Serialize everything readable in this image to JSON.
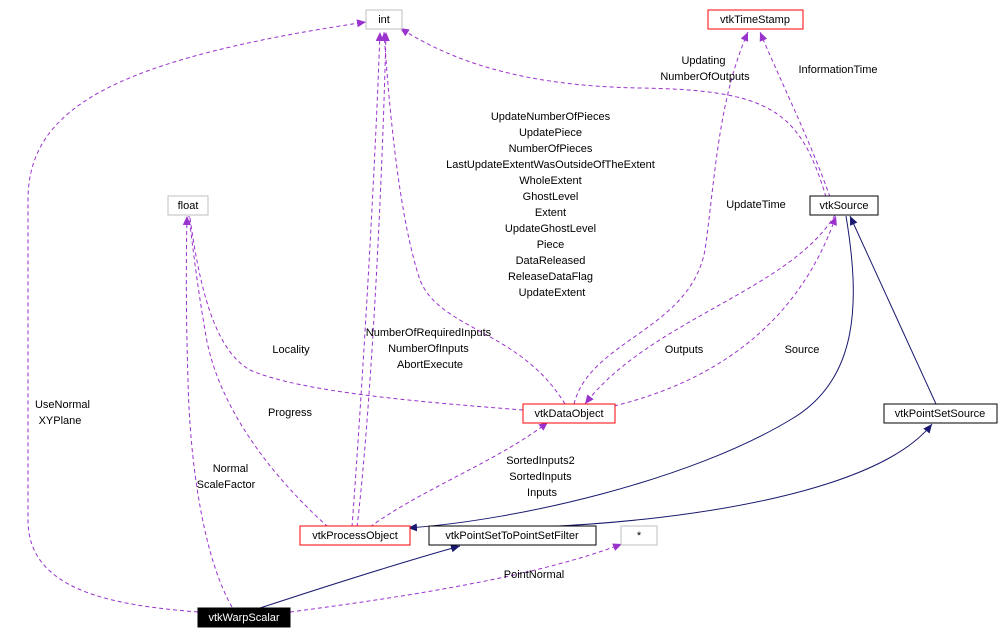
{
  "colors": {
    "usage_edge": "#9a32cd",
    "inherit_edge": "#191970",
    "class_border": "#000000",
    "documented_border": "#ff0000",
    "builtin_border": "#bfbfbf",
    "highlight_fill": "#000000",
    "highlight_text": "#ffffff"
  },
  "nodes": {
    "int": "int",
    "vtkTimeStamp": "vtkTimeStamp",
    "float": "float",
    "vtkSource": "vtkSource",
    "vtkDataObject": "vtkDataObject",
    "vtkPointSetSource": "vtkPointSetSource",
    "vtkProcessObject": "vtkProcessObject",
    "vtkPointSetToPointSetFilter": "vtkPointSetToPointSetFilter",
    "star": "*",
    "vtkWarpScalar": "vtkWarpScalar"
  },
  "edge_labels": {
    "use_normal": [
      "UseNormal",
      "XYPlane"
    ],
    "updating": [
      "Updating",
      "NumberOfOutputs"
    ],
    "information_time": [
      "InformationTime"
    ],
    "data_object_members": [
      "UpdateNumberOfPieces",
      "UpdatePiece",
      "NumberOfPieces",
      "LastUpdateExtentWasOutsideOfTheExtent",
      "WholeExtent",
      "GhostLevel",
      "Extent",
      "UpdateGhostLevel",
      "Piece",
      "DataReleased",
      "ReleaseDataFlag",
      "UpdateExtent"
    ],
    "update_time": [
      "UpdateTime"
    ],
    "locality": [
      "Locality"
    ],
    "process_object_members": [
      "NumberOfRequiredInputs",
      "NumberOfInputs",
      "AbortExecute"
    ],
    "outputs": [
      "Outputs"
    ],
    "source": [
      "Source"
    ],
    "progress": [
      "Progress"
    ],
    "normal_scale": [
      "Normal",
      "ScaleFactor"
    ],
    "inputs": [
      "SortedInputs2",
      "SortedInputs",
      "Inputs"
    ],
    "point_normal": [
      "PointNormal"
    ]
  }
}
